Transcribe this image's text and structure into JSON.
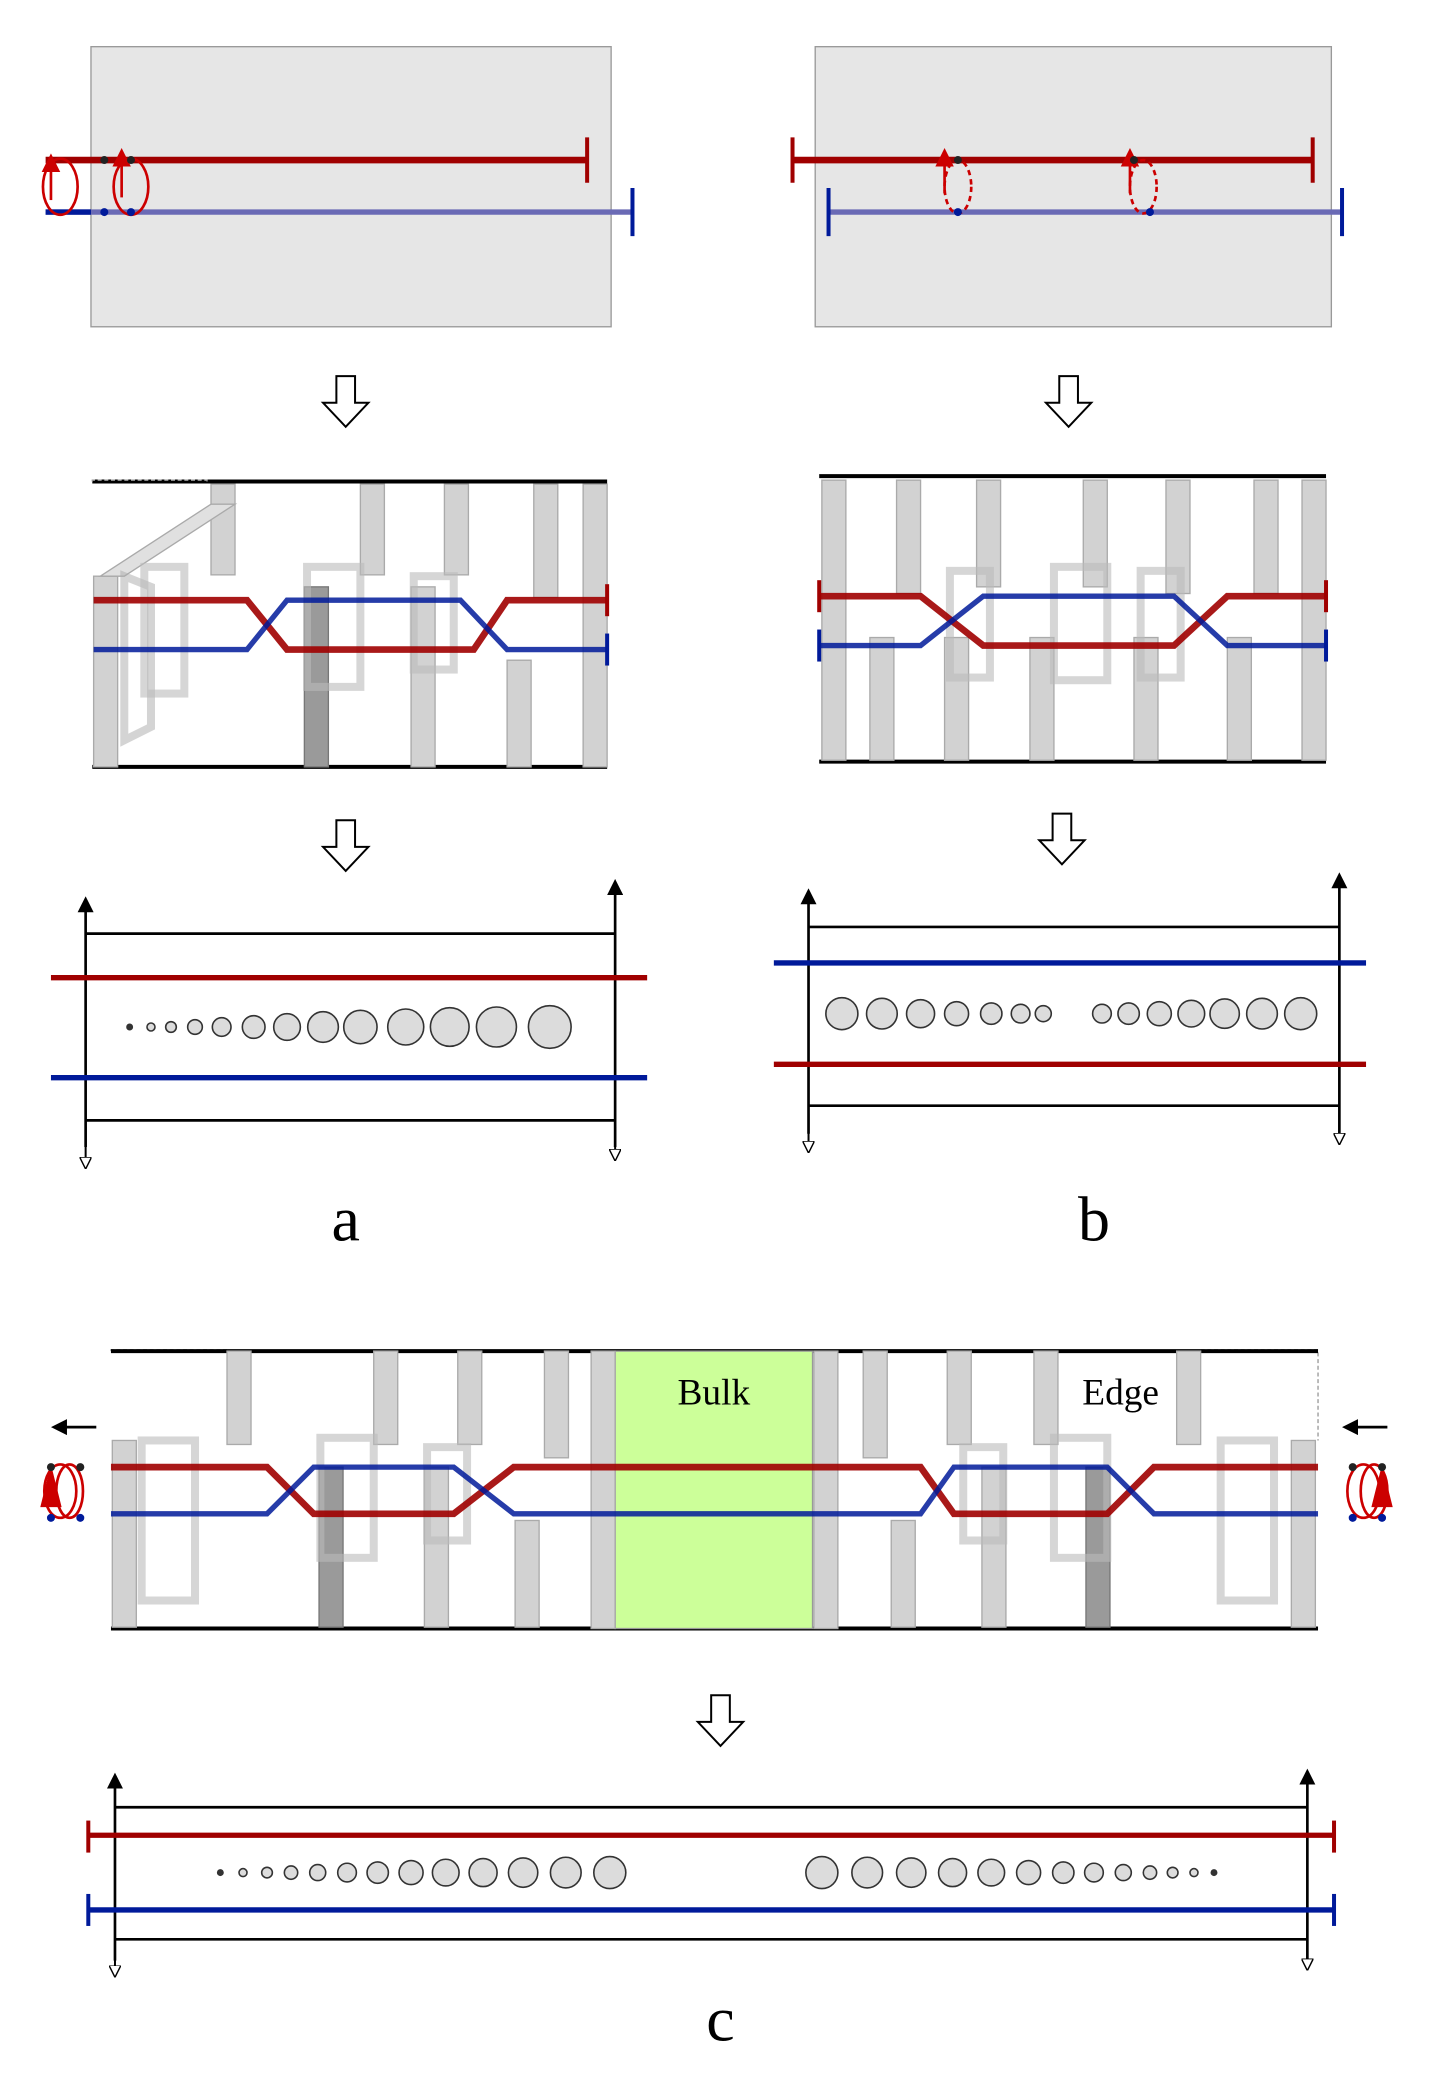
{
  "panels": {
    "a": {
      "label": "a"
    },
    "b": {
      "label": "b"
    },
    "c": {
      "label": "c",
      "bulk_label": "Bulk",
      "edge_label": "Edge"
    }
  },
  "colors": {
    "red": "#a00000",
    "blue": "#001a9a",
    "grey_box": "#e6e6e6",
    "bulk_fill": "#ccff99",
    "ribbon": "#d2d2d2",
    "ribbon_dark": "#9a9a9a",
    "dot_fill": "#dcdcdc"
  }
}
